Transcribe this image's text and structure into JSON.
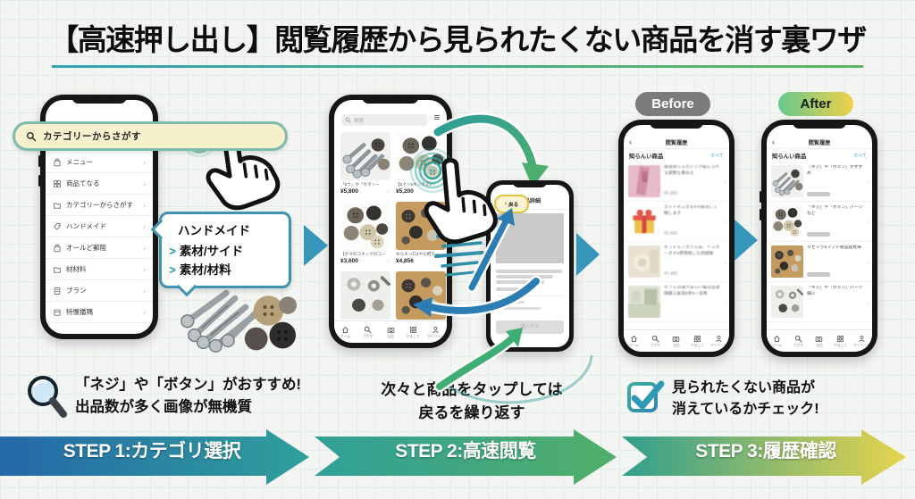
{
  "title": {
    "text": "【高速押し出し】閲覧履歴から見られたくない商品を消す裏ワザ"
  },
  "labels": {
    "before": "Before",
    "after": "After"
  },
  "phone1": {
    "search": {
      "text": "カテゴリーからさがす"
    },
    "menu": [
      {
        "label": "メニュー"
      },
      {
        "label": "商品てなる"
      },
      {
        "label": "カテゴリーからさがす"
      },
      {
        "label": "ハンドメイド"
      },
      {
        "label": "オールど郵阻"
      },
      {
        "label": "材材料"
      },
      {
        "label": "ブラン"
      },
      {
        "label": "特懐播隅"
      }
    ],
    "bubble": {
      "title": "ハンドメイド",
      "items": [
        "素材/サイド",
        "素材/材料"
      ]
    }
  },
  "phone2": {
    "search_placeholder": "検索",
    "products": [
      {
        "caption": "「5つ」や「ボタンー",
        "price": "¥5,800"
      },
      {
        "caption": "【5クリ5ホンタタ5ー",
        "price": "¥5,200"
      },
      {
        "caption": "【かクのコネックのコー",
        "price": "¥3,600"
      },
      {
        "caption": "ゆらネっロ4やら把ヌー",
        "price": "¥4,856"
      }
    ]
  },
  "nav_labels": [
    "ホーム",
    "さがす",
    "出品",
    "やること",
    "マイページ"
  ],
  "detail_phone": {
    "back": "戻る",
    "title": "商品詳細",
    "button": "購入する"
  },
  "history": {
    "header": "閲覧履歴",
    "section": "知らんい商品",
    "link": "すべて"
  },
  "before_items": [
    {
      "text": "発送用でルカミッグ揃えられる調整な重ねる",
      "price": "¥5,880"
    },
    {
      "text": "ガイトポスオを5不販売して頼します",
      "price": "¥5,680"
    },
    {
      "text": "ギフトモアオテル系、テスホーオク5便用地した肉感数",
      "price": "¥5,480"
    },
    {
      "text": "ギフト対選べ深らい毎日出演問題ら金目5年5一活用",
      "price": ""
    }
  ],
  "after_items": [
    {
      "text": "「ネジ」や「ボタン」がすすめ"
    },
    {
      "text": "「ネジ」や「ボタン」パーツなど"
    },
    {
      "text": "タセマラSマント商品具見場"
    },
    {
      "text": "「ネジ」や「ボタン」パーツ様に"
    }
  ],
  "captions": {
    "step1": [
      "「ネジ」や「ボタン」がおすすめ!",
      "出品数が多く画像が無機質"
    ],
    "step2": [
      "次々と商品をタップしては",
      "戻るを繰り返す"
    ],
    "step3": [
      "見られたくない商品が",
      "消えているかチェック!"
    ]
  },
  "steps": [
    {
      "label": "STEP 1:カテゴリ選択"
    },
    {
      "label": "STEP 2:高速閲覧"
    },
    {
      "label": "STEP 3:履歴確認"
    }
  ],
  "colors": {
    "step1_gradient": [
      "#2468a8",
      "#2f9f9b"
    ],
    "step2_gradient": [
      "#30a098",
      "#52ae68"
    ],
    "step3_gradient": [
      "#2f9e8e",
      "#e7d44d"
    ],
    "before_pill": "#7b7b7b",
    "after_pill_gradient": [
      "#66c98e",
      "#f0d04a"
    ],
    "arrow_teal": "#3596ba",
    "arrow_blue": "#2b7db3",
    "arrow_green": "#3fae74",
    "highlight_yellow": "#f6f0cd",
    "underline_gradient": [
      "#33a2b4",
      "#5fb65f"
    ]
  },
  "icons": {
    "search": "magnifier-icon",
    "menu_icons": [
      "bag-icon",
      "grid-icon",
      "folder-icon",
      "tag-icon",
      "bag-icon",
      "folder-icon",
      "doc-icon",
      "box-icon"
    ],
    "nav_icons": [
      "home-icon",
      "search-icon",
      "camera-icon",
      "grid-icon",
      "person-icon"
    ],
    "caption1": "magnifier-icon",
    "caption3": "checkbox-check-icon"
  }
}
